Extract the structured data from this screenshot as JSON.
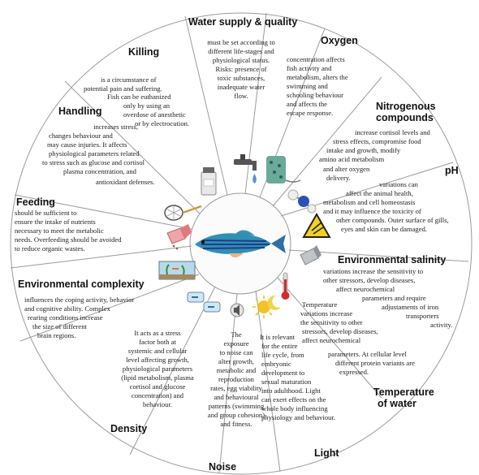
{
  "center": {
    "icon": "zebrafish-icon",
    "colors": {
      "body": "#2f8fb5",
      "stripes": "#1b3f86",
      "fin": "#f2b37c"
    }
  },
  "sectors": {
    "water": {
      "title": "Water supply & quality",
      "lines": [
        "must be set according to",
        "different life-stages and",
        "physiological status.",
        "Risks: presence of",
        "toxic substances,",
        "inadequate water",
        "flow."
      ],
      "icon": "water-tap-icon"
    },
    "oxygen": {
      "title": "Oxygen",
      "lines": [
        "concentration affects",
        "fish activity and",
        "metabolism, alters the",
        "swimming and",
        "schooling behaviour",
        "and affects the",
        "escape response."
      ],
      "icon": "air-stone-icon"
    },
    "nitrogen": {
      "title_lines": [
        "Nitrogenous",
        "compounds"
      ],
      "lines": [
        "increase cortisol levels and",
        "stress effects, compromise food",
        "intake and growth, modify",
        "amino acid metabolism",
        "and alter oxygen",
        "delivery."
      ],
      "icon": "molecule-icon"
    },
    "ph": {
      "title": "pH",
      "lines": [
        "variations can",
        "affect the animal health,",
        "metabolism and cell homeostasis",
        "and it may influence the toxicity of",
        "other compounds. Outer surface of gills,",
        "eyes and skin can be damaged."
      ],
      "icon": "hazard-sign-icon"
    },
    "salinity": {
      "title": "Environmental salinity",
      "lines": [
        "variations increase the sensitivity to",
        "other stressors, develop diseases,",
        "affect neurochemical",
        "parameters and require",
        "adjustaments of iron",
        "transporters",
        "activity."
      ],
      "icon": "salt-shaker-icon"
    },
    "temperature": {
      "title_lines": [
        "Temperature",
        "of water"
      ],
      "lines": [
        "Temperature",
        "variations increase",
        "the sensitivity to other",
        "stressors, develop diseases,",
        "affect neurochemical",
        "parameters. At cellular level",
        "different protein variants are",
        "expressed."
      ],
      "icon": "thermometer-icon"
    },
    "light": {
      "title": "Light",
      "lines": [
        "It is relevant",
        "for the entire",
        "life cycle, from",
        "embryonic",
        "development to",
        "sexual maturation",
        "into adulthood. Light",
        "can exert effects on the",
        "whole body influencing",
        "physiology and behaviour."
      ],
      "icon": "sun-moon-icon"
    },
    "noise": {
      "title": "Noise",
      "lines": [
        "The",
        "exposure",
        "to noise can",
        "alter growth,",
        "metabolic and",
        "reproduction",
        "rates, egg viability",
        "and behavioural",
        "patterns (swimming",
        "and group cohesion)",
        "and fitness."
      ],
      "icon": "speaker-icon"
    },
    "density": {
      "title": "Density",
      "lines": [
        "It acts as a stress",
        "factor both at",
        "systemic and cellular",
        "level affecting growth,",
        "physiological parameters",
        "(lipid metabolism, plasma",
        "cortisol and glucose",
        "concentration) and",
        "behaviour."
      ],
      "icon": "fish-tanks-icon"
    },
    "complexity": {
      "title": "Environmental complexity",
      "lines": [
        "influences the coping activity, behavior",
        "and cognitive ability. Complex",
        "rearing conditions increase",
        "the size of different",
        "brain regions."
      ],
      "icon": "aquarium-icon"
    },
    "feeding": {
      "title": "Feeding",
      "lines": [
        "should be sufficient to",
        "ensure the intake of nutrients",
        "necessary to meet the metabolic",
        "needs. Overfeeding should be avoided",
        "to reduce organic wastes."
      ],
      "icon": "food-container-icon"
    },
    "handling": {
      "title": "Handling",
      "lines": [
        "increases stress,",
        "changes behaviour and",
        "may cause injuries. It affects",
        "physiological parameters related",
        "to stress such as glucose and cortisol",
        "plasma concentration, and",
        "antioxidant defenses."
      ],
      "icon": "fish-net-icon"
    },
    "killing": {
      "title": "Killing",
      "lines": [
        "is a circumstance of",
        "potential pain and suffering.",
        "Fish can be euthanized",
        "only by using an",
        "overdose of anesthetic",
        "or by electrocution."
      ],
      "icon": "anesthetic-bottle-icon"
    }
  }
}
